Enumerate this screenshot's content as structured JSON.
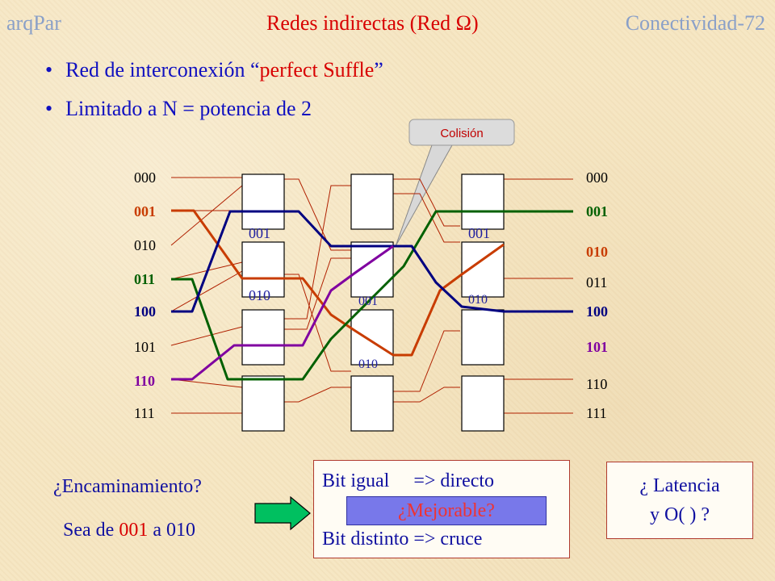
{
  "header": {
    "left": "arqPar",
    "center": "Redes indirectas (Red Ω)",
    "right": "Conectividad-72"
  },
  "bullets": [
    {
      "prefix": "Red de interconexión “",
      "highlight": "perfect Suffle",
      "suffix": "”"
    },
    {
      "prefix": "Limitado a N = potencia de 2",
      "highlight": "",
      "suffix": ""
    }
  ],
  "network": {
    "callout": "Colisión",
    "left_labels": [
      "000",
      "001",
      "010",
      "011",
      "100",
      "101",
      "110",
      "111"
    ],
    "right_labels": [
      "000",
      "001",
      "010",
      "011",
      "100",
      "101",
      "110",
      "111"
    ],
    "tags": [
      "001",
      "010",
      "001",
      "010",
      "001",
      "010"
    ],
    "colors": {
      "black": "#000000",
      "orange": "#c83c00",
      "green": "#006000",
      "navy": "#000080",
      "purple": "#8000a0",
      "wire": "#b02000"
    }
  },
  "bottom": {
    "question": "¿Encaminamiento?",
    "example_prefix": "Sea de ",
    "example_src": "001",
    "example_mid": " a ",
    "example_dst": "010",
    "rule_equal": "Bit igual     => directo",
    "rule_diff": "Bit distinto => cruce",
    "improvable": "¿Mejorable?",
    "latency_line1": "¿ Latencia",
    "latency_line2": "y O( ) ?"
  }
}
